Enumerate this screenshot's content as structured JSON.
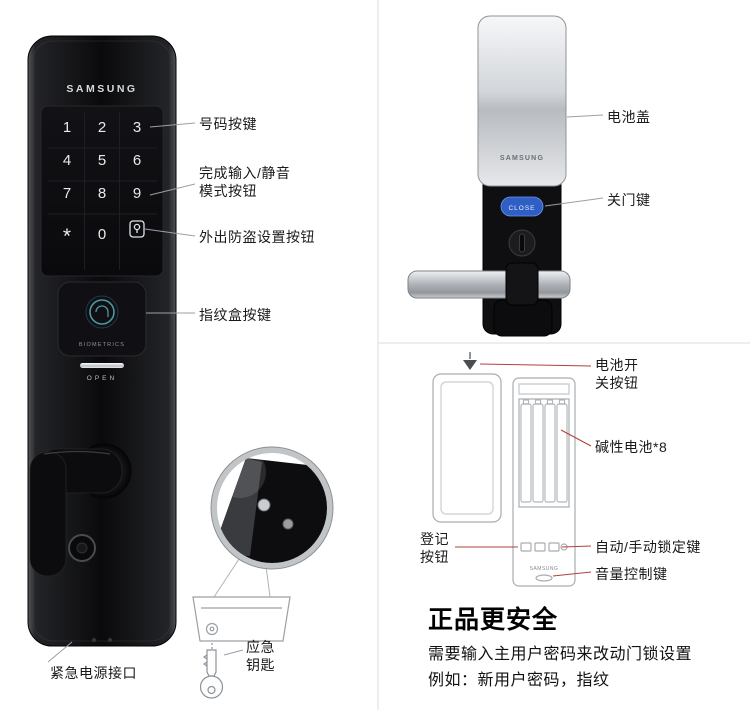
{
  "brand": "SAMSUNG",
  "colors": {
    "callout_line": "#9aa0a5",
    "battery_callout_line": "#b2403a",
    "close_button": "#2f5fc4",
    "fingerprint_ring": "#4d98a0"
  },
  "front_lock": {
    "keys": [
      "1",
      "2",
      "3",
      "4",
      "5",
      "6",
      "7",
      "8",
      "9",
      "*",
      "0"
    ],
    "open_label": "OPEN",
    "biometrics_label": "BIOMETRICS"
  },
  "back_lock": {
    "close_label": "CLOSE"
  },
  "callouts_left": [
    {
      "label": "号码按键"
    },
    {
      "label": "完成输入/静音\n模式按钮"
    },
    {
      "label": "外出防盗设置按钮"
    },
    {
      "label": "指纹盒按键"
    },
    {
      "label": "紧急电源接口"
    },
    {
      "label": "应急\n钥匙"
    }
  ],
  "callouts_right_top": [
    {
      "label": "电池盖"
    },
    {
      "label": "关门键"
    }
  ],
  "callouts_battery": [
    {
      "label": "电池开\n关按钮"
    },
    {
      "label": "碱性电池*8"
    },
    {
      "label": "登记\n按钮"
    },
    {
      "label": "自动/手动锁定键"
    },
    {
      "label": "音量控制键"
    }
  ],
  "info": {
    "title": "正品更安全",
    "line1": "需要输入主用户密码来改动门锁设置",
    "line2": "例如：新用户密码，指纹"
  }
}
